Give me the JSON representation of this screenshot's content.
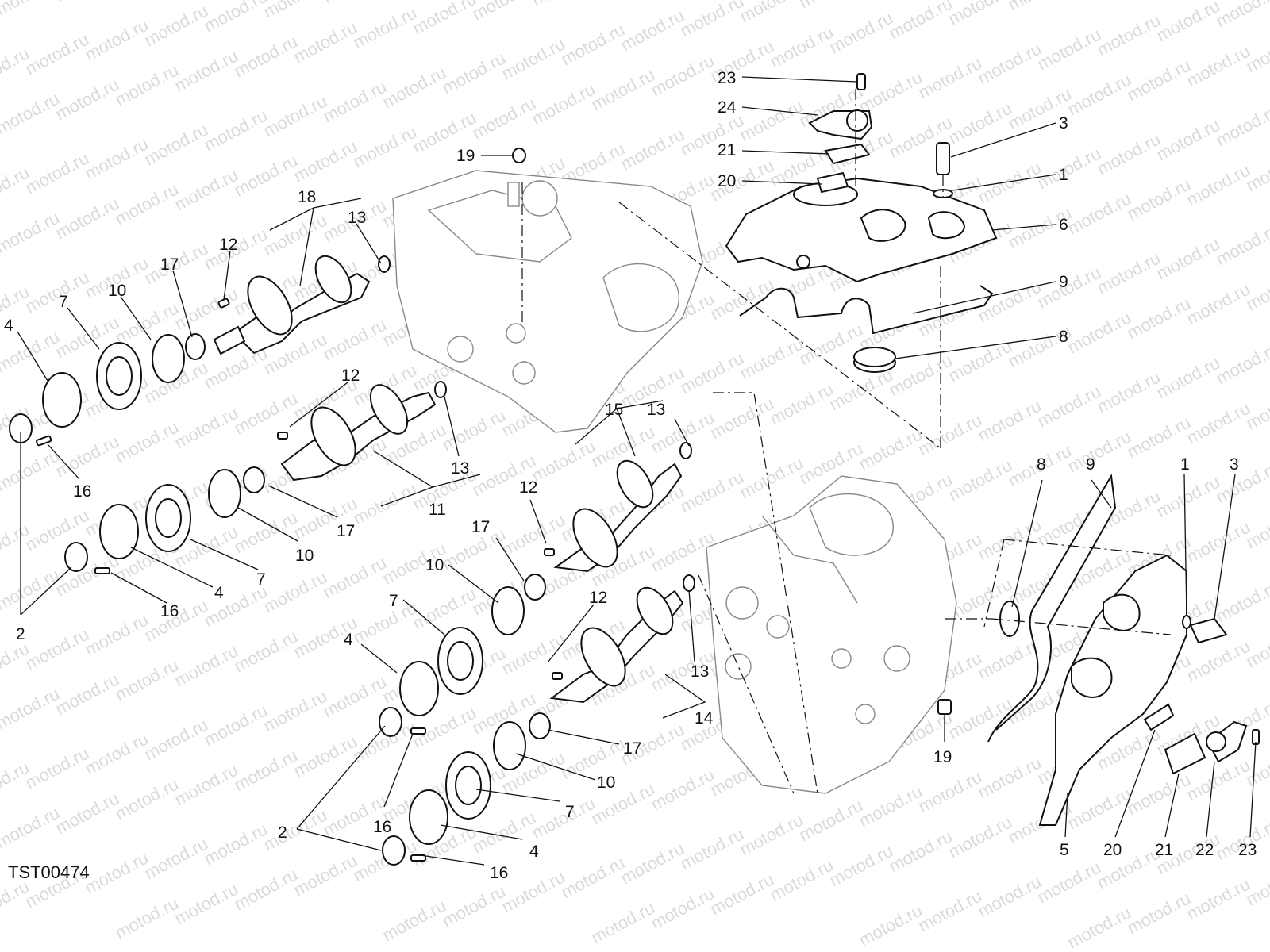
{
  "diagram": {
    "drawing_code": "TST00474",
    "watermark": "motod.ru",
    "callouts": {
      "n1": "1",
      "n2": "2",
      "n3": "3",
      "n4": "4",
      "n5": "5",
      "n6": "6",
      "n7": "7",
      "n8": "8",
      "n9": "9",
      "n10": "10",
      "n11": "11",
      "n12": "12",
      "n13": "13",
      "n14": "14",
      "n15": "15",
      "n16": "16",
      "n17": "17",
      "n18": "18",
      "n19": "19",
      "n20": "20",
      "n21": "21",
      "n22": "22",
      "n23": "23",
      "n24": "24"
    },
    "colors": {
      "ink": "#111111",
      "watermark": "#bdbdbd",
      "background": "#ffffff"
    }
  }
}
